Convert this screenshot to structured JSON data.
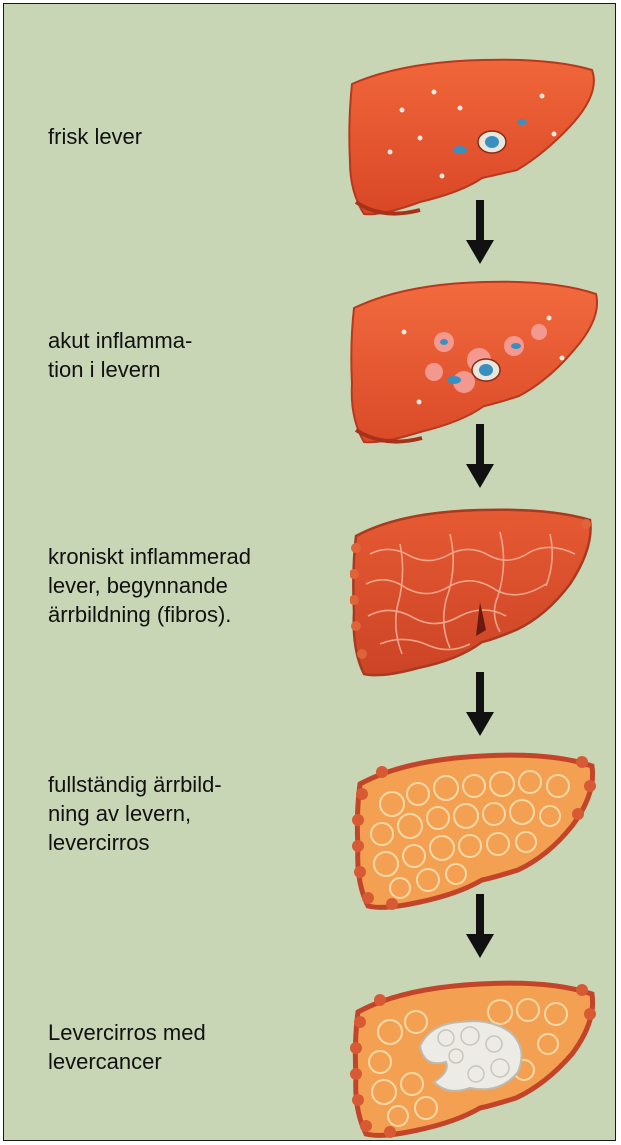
{
  "stages": [
    {
      "label": "frisk lever",
      "image": "healthy-liver"
    },
    {
      "label": "akut inflamma-\ntion i levern",
      "image": "acute-inflamed-liver"
    },
    {
      "label": "kroniskt inflammerad\nlever, begynnande\närrbildning (fibros).",
      "image": "chronic-fibrotic-liver"
    },
    {
      "label": "fullständig ärrbild-\nning av levern,\nlevercirros",
      "image": "cirrhotic-liver"
    },
    {
      "label": "Levercirros med\nlevercancer",
      "image": "cirrhotic-liver-with-cancer"
    }
  ],
  "colors": {
    "panel_bg": "#c9d6b6",
    "healthy_liver": "#e8542f",
    "fibrotic_liver": "#d9502e",
    "cirrhotic_liver": "#f29a4a",
    "cirrhotic_nodule_edge": "#c2452a",
    "tumor": "#ecebe6",
    "arrow": "#111111"
  }
}
